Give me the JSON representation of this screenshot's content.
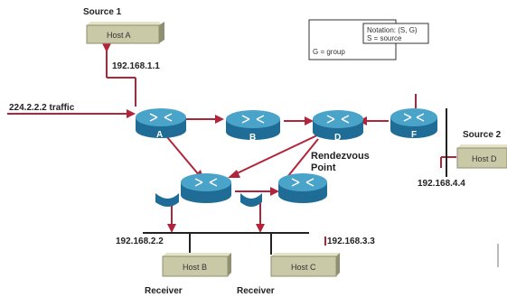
{
  "sources": {
    "source1_label": "Source 1",
    "source2_label": "Source 2"
  },
  "hosts": {
    "a": "Host A",
    "b": "Host B",
    "c": "Host C",
    "d": "Host D"
  },
  "addresses": {
    "host_a_ip": "192.168.1.1",
    "host_b_ip": "192.168.2.2",
    "host_c_ip": "192.168.3.3",
    "host_d_ip": "192.168.4.4"
  },
  "traffic_label": "224.2.2.2 traffic",
  "routers": {
    "a": "A",
    "b": "B",
    "d": "D",
    "f": "F"
  },
  "rendezvous_point": {
    "line1": "Rendezvous",
    "line2": "Point"
  },
  "receivers": {
    "left": "Receiver",
    "right": "Receiver"
  },
  "legend": {
    "line1": "Notation: (S, G)",
    "line2": "S = source",
    "line3": "G = group"
  },
  "colors": {
    "link": "#b0253a",
    "router_top": "#4aa3c9",
    "router_side": "#1f6d96",
    "host": "#c9c9a8",
    "host_side": "#8f8f72"
  }
}
